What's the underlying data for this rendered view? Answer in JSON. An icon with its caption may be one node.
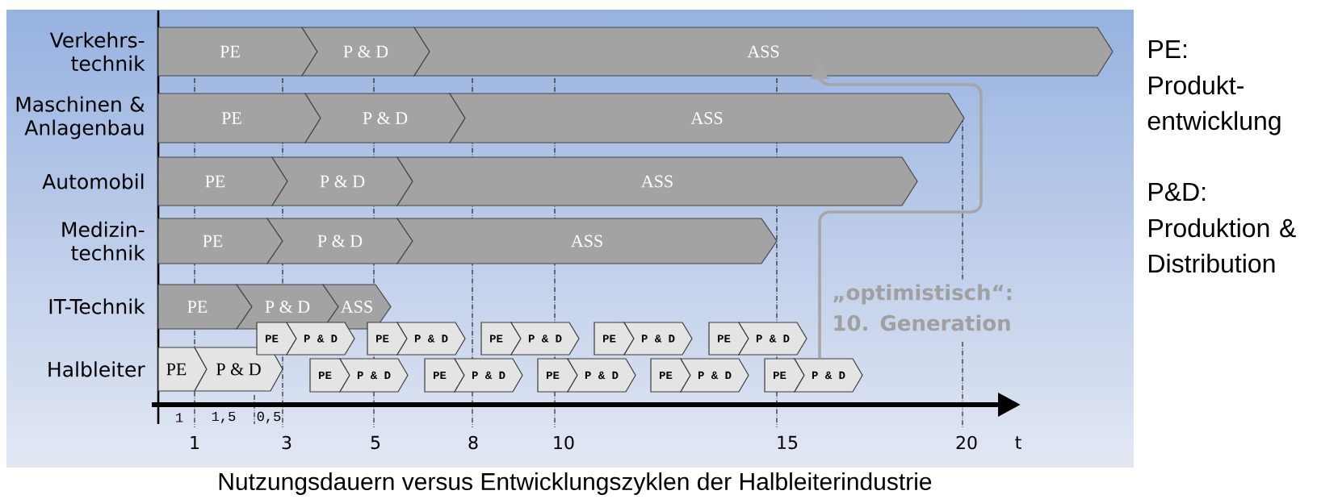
{
  "diagram": {
    "caption": "Nutzungsdauern versus Entwicklungszyklen der Halbleiterindustrie",
    "nodes": [
      {
        "text": [
          "PE"
        ]
      },
      {
        "text": [
          "P & D"
        ]
      },
      {
        "text": [
          "ASS"
        ]
      },
      {
        "text": [
          "PE"
        ]
      },
      {
        "text": [
          "P & D"
        ]
      },
      {
        "text": [
          "ASS"
        ]
      },
      {
        "text": [
          "PE"
        ]
      },
      {
        "text": [
          "P & D"
        ]
      },
      {
        "text": [
          "ASS"
        ]
      },
      {
        "text": [
          "PE"
        ]
      },
      {
        "text": [
          "P & D"
        ]
      },
      {
        "text": [
          "ASS"
        ]
      },
      {
        "text": [
          "PE"
        ]
      },
      {
        "text": [
          "P & D"
        ]
      },
      {
        "text": [
          "ASS"
        ]
      },
      {
        "text": [
          "PE"
        ]
      },
      {
        "text": [
          "P & D"
        ]
      },
      {
        "text": [
          "PE"
        ]
      },
      {
        "text": [
          "P & D"
        ]
      },
      {
        "text": [
          "PE"
        ]
      },
      {
        "text": [
          "P & D"
        ]
      },
      {
        "text": [
          "PE"
        ]
      },
      {
        "text": [
          "P & D"
        ]
      },
      {
        "text": [
          "PE"
        ]
      },
      {
        "text": [
          "P & D"
        ]
      },
      {
        "text": [
          "PE"
        ]
      },
      {
        "text": [
          "P & D"
        ]
      },
      {
        "text": [
          "PE"
        ]
      },
      {
        "text": [
          "P & D"
        ]
      },
      {
        "text": [
          "PE"
        ]
      },
      {
        "text": [
          "P & D"
        ]
      },
      {
        "text": [
          "PE"
        ]
      },
      {
        "text": [
          "P & D"
        ]
      },
      {
        "text": [
          "PE"
        ]
      },
      {
        "text": [
          "P & D"
        ]
      },
      {
        "text": [
          "PE"
        ]
      },
      {
        "text": [
          "P & D"
        ]
      }
    ],
    "edges": [
      {
        "from": 36,
        "to": 2,
        "arrow": "to"
      }
    ],
    "labels": [
      "Verkehrs- technik",
      "Maschinen & Anlagenbau",
      "Automobil",
      "Medizin- technik",
      "IT-Technik",
      "„optimistisch“: 10. Generation",
      "Halbleiter",
      "1",
      "1,5",
      "0,5",
      "1",
      "3",
      "5",
      "8",
      "10",
      "15",
      "20",
      "t",
      "PE:",
      "Produkt- entwicklung",
      "P&D:",
      "Produktion & Distribution"
    ]
  }
}
